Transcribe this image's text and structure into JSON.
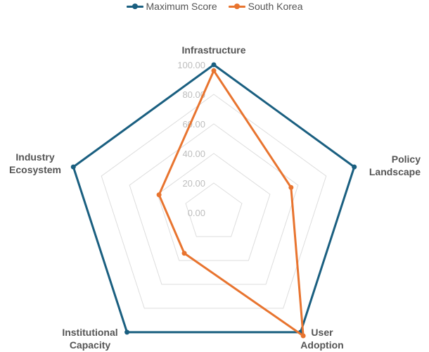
{
  "chart_data": {
    "type": "radar",
    "axes": [
      "Infrastructure",
      "Policy Landscape",
      "User Adoption",
      "Institutional Capacity",
      "Industry Ecosystem"
    ],
    "axis_label_lines": [
      [
        "Infrastructure"
      ],
      [
        "Policy",
        "Landscape"
      ],
      [
        "User",
        "Adoption"
      ],
      [
        "Institutional",
        "Capacity"
      ],
      [
        "Industry",
        "Ecosystem"
      ]
    ],
    "rlim": [
      0,
      100
    ],
    "ticks": [
      "0.00",
      "20.00",
      "40.00",
      "60.00",
      "80.00",
      "100.00"
    ],
    "tick_values": [
      0,
      20,
      40,
      60,
      80,
      100
    ],
    "grid": true,
    "legend_position": "top",
    "series": [
      {
        "name": "Maximum Score",
        "color": "#1a5f80",
        "values": [
          100,
          100,
          100,
          100,
          100
        ]
      },
      {
        "name": "South Korea",
        "color": "#e8742f",
        "values": [
          96,
          55,
          103,
          34,
          39
        ]
      }
    ]
  }
}
